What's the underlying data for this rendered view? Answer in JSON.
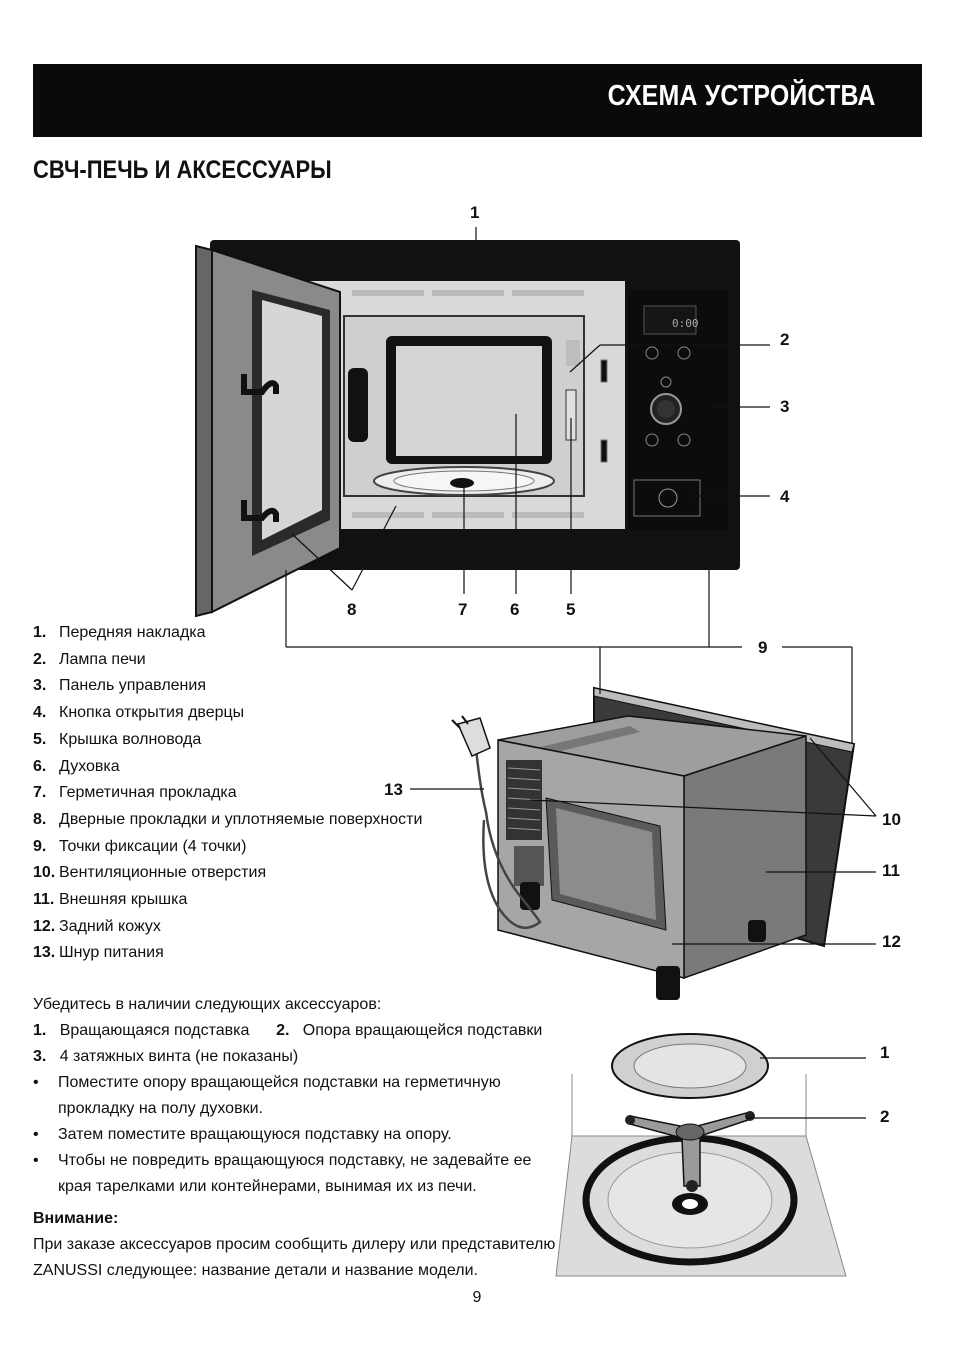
{
  "header": {
    "title": "СХЕМА УСТРОЙСТВА"
  },
  "section_title": "СВЧ-ПЕЧЬ И АКСЕССУАРЫ",
  "callouts": {
    "c1": "1",
    "c2": "2",
    "c3": "3",
    "c4": "4",
    "c5": "5",
    "c6": "6",
    "c7": "7",
    "c8": "8",
    "c9": "9",
    "c10": "10",
    "c11": "11",
    "c12": "12",
    "c13": "13",
    "acc1": "1",
    "acc2": "2"
  },
  "panel": {
    "display": "0:00",
    "dial_icon": "knob-icon"
  },
  "parts": [
    {
      "num": "1.",
      "label": "Передняя накладка"
    },
    {
      "num": "2.",
      "label": "Лампа печи"
    },
    {
      "num": "3.",
      "label": "Панель управления"
    },
    {
      "num": "4.",
      "label": "Кнопка открытия дверцы"
    },
    {
      "num": "5.",
      "label": "Крышка волновода"
    },
    {
      "num": "6.",
      "label": "Духовка"
    },
    {
      "num": "7.",
      "label": "Герметичная прокладка"
    },
    {
      "num": "8.",
      "label": "Дверные прокладки и уплотняемые поверхности"
    },
    {
      "num": "9.",
      "label": "Точки фиксации (4 точки)"
    },
    {
      "num": "10.",
      "label": "Вентиляционные отверстия"
    },
    {
      "num": "11.",
      "label": "Внешняя крышка"
    },
    {
      "num": "12.",
      "label": "Задний кожух"
    },
    {
      "num": "13.",
      "label": "Шнур питания"
    }
  ],
  "accessories": {
    "intro": "Убедитесь в наличии следующих аксессуаров:",
    "item1_num": "1.",
    "item1": "Вращающаяся подставка",
    "item2_num": "2.",
    "item2": "Опора вращающейся подставки",
    "item3_num": "3.",
    "item3": "4 затяжных винта (не показаны)",
    "bullet_char": "•",
    "bullet1_a": "Поместите опору вращающейся подставки на герметичную",
    "bullet1_b": "прокладку на полу духовки.",
    "bullet2": "Затем поместите вращающуюся подставку на опору.",
    "bullet3_a": "Чтобы не повредить вращающуюся подставку, не задевайте ее",
    "bullet3_b": "края тарелками или контейнерами, вынимая их из печи.",
    "warning_title": "Внимание:",
    "warning_a": "При заказе аксессуаров просим сообщить дилеру или представителю",
    "warning_b": "ZANUSSI следующее: название детали и название модели."
  },
  "page_number": "9"
}
